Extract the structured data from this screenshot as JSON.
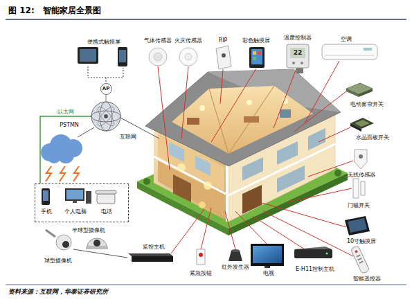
{
  "diagram": {
    "title": "图 12:   智能家居全景图",
    "caption": "资料来源：互联网，华泰证券研究所",
    "nodes": [
      {
        "text": [
          "AP"
        ]
      },
      {
        "text": [
          "互联网"
        ]
      },
      {
        "text": [
          "手机",
          "个人电脑",
          "电话"
        ]
      }
    ],
    "edges": [
      {
        "from": 0,
        "to": 1,
        "arrow": "none"
      },
      {
        "from": 1,
        "to": 2,
        "label": "以太网",
        "arrow": "none"
      }
    ],
    "labels": [
      "便携式触摸屏",
      "气体传感器",
      "火灾传感器",
      "RIP",
      "彩色触摸屏",
      "温度控制器",
      "空调",
      "22",
      "PSTMN",
      "电动窗帘开关",
      "水晶面板开关",
      "无线传感器",
      "门磁开关",
      "10寸触摸屏",
      "半球型摄像机",
      "球型摄像机",
      "监控主机",
      "紧急按钮",
      "红外发生器",
      "电视",
      "E-H11控制主机",
      "智能遥控器"
    ]
  }
}
